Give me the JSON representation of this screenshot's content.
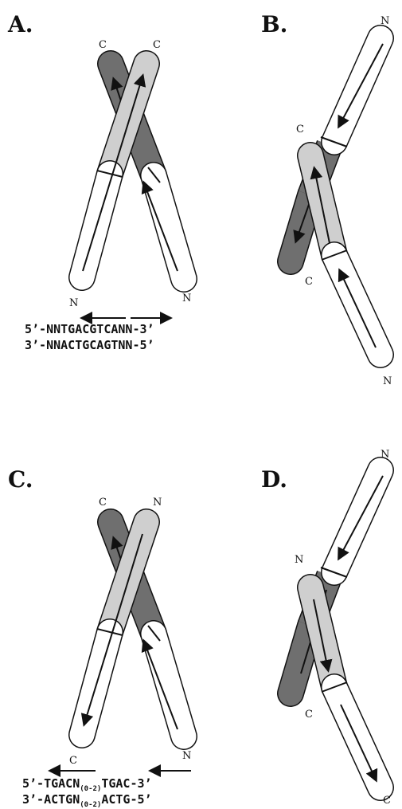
{
  "panels": {
    "A": {
      "label": "A.",
      "terms": [
        "C",
        "C",
        "N",
        "N"
      ],
      "seq_line1": "5’-NNTGACGTCANN-3’",
      "seq_line2": "3’-NNACTGCAGTNN-5’"
    },
    "B": {
      "label": "B.",
      "terms": [
        "N",
        "C",
        "C",
        "N"
      ]
    },
    "C": {
      "label": "C.",
      "terms": [
        "C",
        "N",
        "C",
        "N"
      ],
      "seq_line1_pre": "5’-TGACN",
      "seq_line1_sub": "(0-2)",
      "seq_line1_post": "TGAC-3’",
      "seq_line2_pre": "3’-ACTGN",
      "seq_line2_sub": "(0-2)",
      "seq_line2_post": "ACTG-5’"
    },
    "D": {
      "label": "D.",
      "terms": [
        "N",
        "N",
        "C",
        "C"
      ]
    }
  },
  "colors": {
    "dark": "#6f6f6f",
    "light": "#cfcfcf",
    "white": "#ffffff",
    "stroke": "#111111"
  }
}
